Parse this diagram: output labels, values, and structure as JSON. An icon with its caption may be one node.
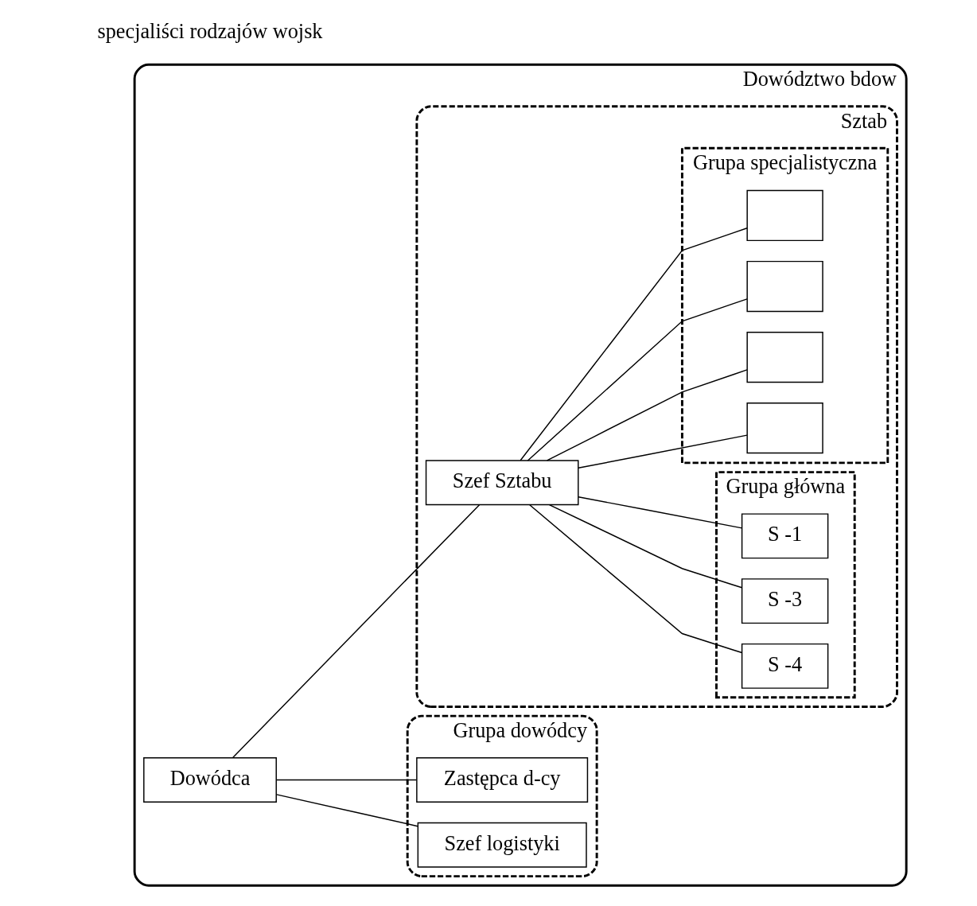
{
  "diagram": {
    "nodes": [
      {
        "text": [
          "Dowództwo bdow"
        ]
      },
      {
        "text": [
          "Dowódca"
        ],
        "in": 0
      },
      {
        "text": [
          "Grupa dowódcy"
        ],
        "in": 0
      },
      {
        "text": [
          "Zastępca d-cy"
        ],
        "in": 2
      },
      {
        "text": [
          "Szef logistyki"
        ],
        "in": 2
      },
      {
        "text": [
          "Sztab"
        ],
        "in": 0
      },
      {
        "text": [
          "Szef Sztabu"
        ],
        "in": 5
      },
      {
        "text": [
          "Grupa główna"
        ],
        "in": 5
      },
      {
        "text": [
          "S -1"
        ],
        "in": 7
      },
      {
        "text": [
          "S -3"
        ],
        "in": 7
      },
      {
        "text": [
          "S -4"
        ],
        "in": 7
      },
      {
        "text": [
          "Grupa specjalistyczna"
        ],
        "in": 5
      },
      {
        "text": [],
        "shape": "box",
        "in": 11
      },
      {
        "text": [],
        "shape": "box",
        "in": 11
      },
      {
        "text": [],
        "shape": "box",
        "in": 11
      },
      {
        "text": [],
        "shape": "box",
        "in": 11
      }
    ],
    "edges": [
      {
        "from": 1,
        "to": 3,
        "arrow": "none"
      },
      {
        "from": 1,
        "to": 4,
        "arrow": "none"
      },
      {
        "from": 1,
        "to": 6,
        "arrow": "none"
      },
      {
        "from": 6,
        "to": 8,
        "arrow": "none"
      },
      {
        "from": 6,
        "to": 9,
        "arrow": "none"
      },
      {
        "from": 6,
        "to": 10,
        "arrow": "none"
      },
      {
        "from": 6,
        "to": 12,
        "arrow": "none"
      },
      {
        "from": 6,
        "to": 13,
        "arrow": "none"
      },
      {
        "from": 6,
        "to": 14,
        "arrow": "none"
      },
      {
        "from": 6,
        "to": 15,
        "arrow": "none"
      }
    ],
    "labels": [
      "specjaliści rodzajów wojsk"
    ]
  }
}
